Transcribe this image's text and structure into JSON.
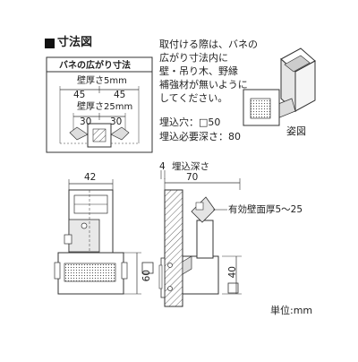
{
  "section_title": "寸法図",
  "spring_box": {
    "title": "バネの広がり寸法",
    "thin_wall_label": "壁厚さ5mm",
    "thin_wall_left": "45",
    "thin_wall_right": "45",
    "thick_wall_label": "壁厚さ25mm",
    "thick_wall_left": "30",
    "thick_wall_right": "30"
  },
  "note_lines": [
    "取付ける際は、バネの",
    "広がり寸法内に",
    "壁・吊り木、野縁",
    "補強材が無いように",
    "してください。"
  ],
  "hole_label": "埋込穴：□50",
  "depth_required_label": "埋込必要深さ：80",
  "perspective_label": "姿図",
  "front_view": {
    "width": "42",
    "height": "60"
  },
  "side_view": {
    "thickness": "4",
    "depth_label": "埋込深さ",
    "depth": "70",
    "wall_thickness_label": "有効壁面厚5〜25",
    "height": "40"
  },
  "unit_label": "単位:mm"
}
